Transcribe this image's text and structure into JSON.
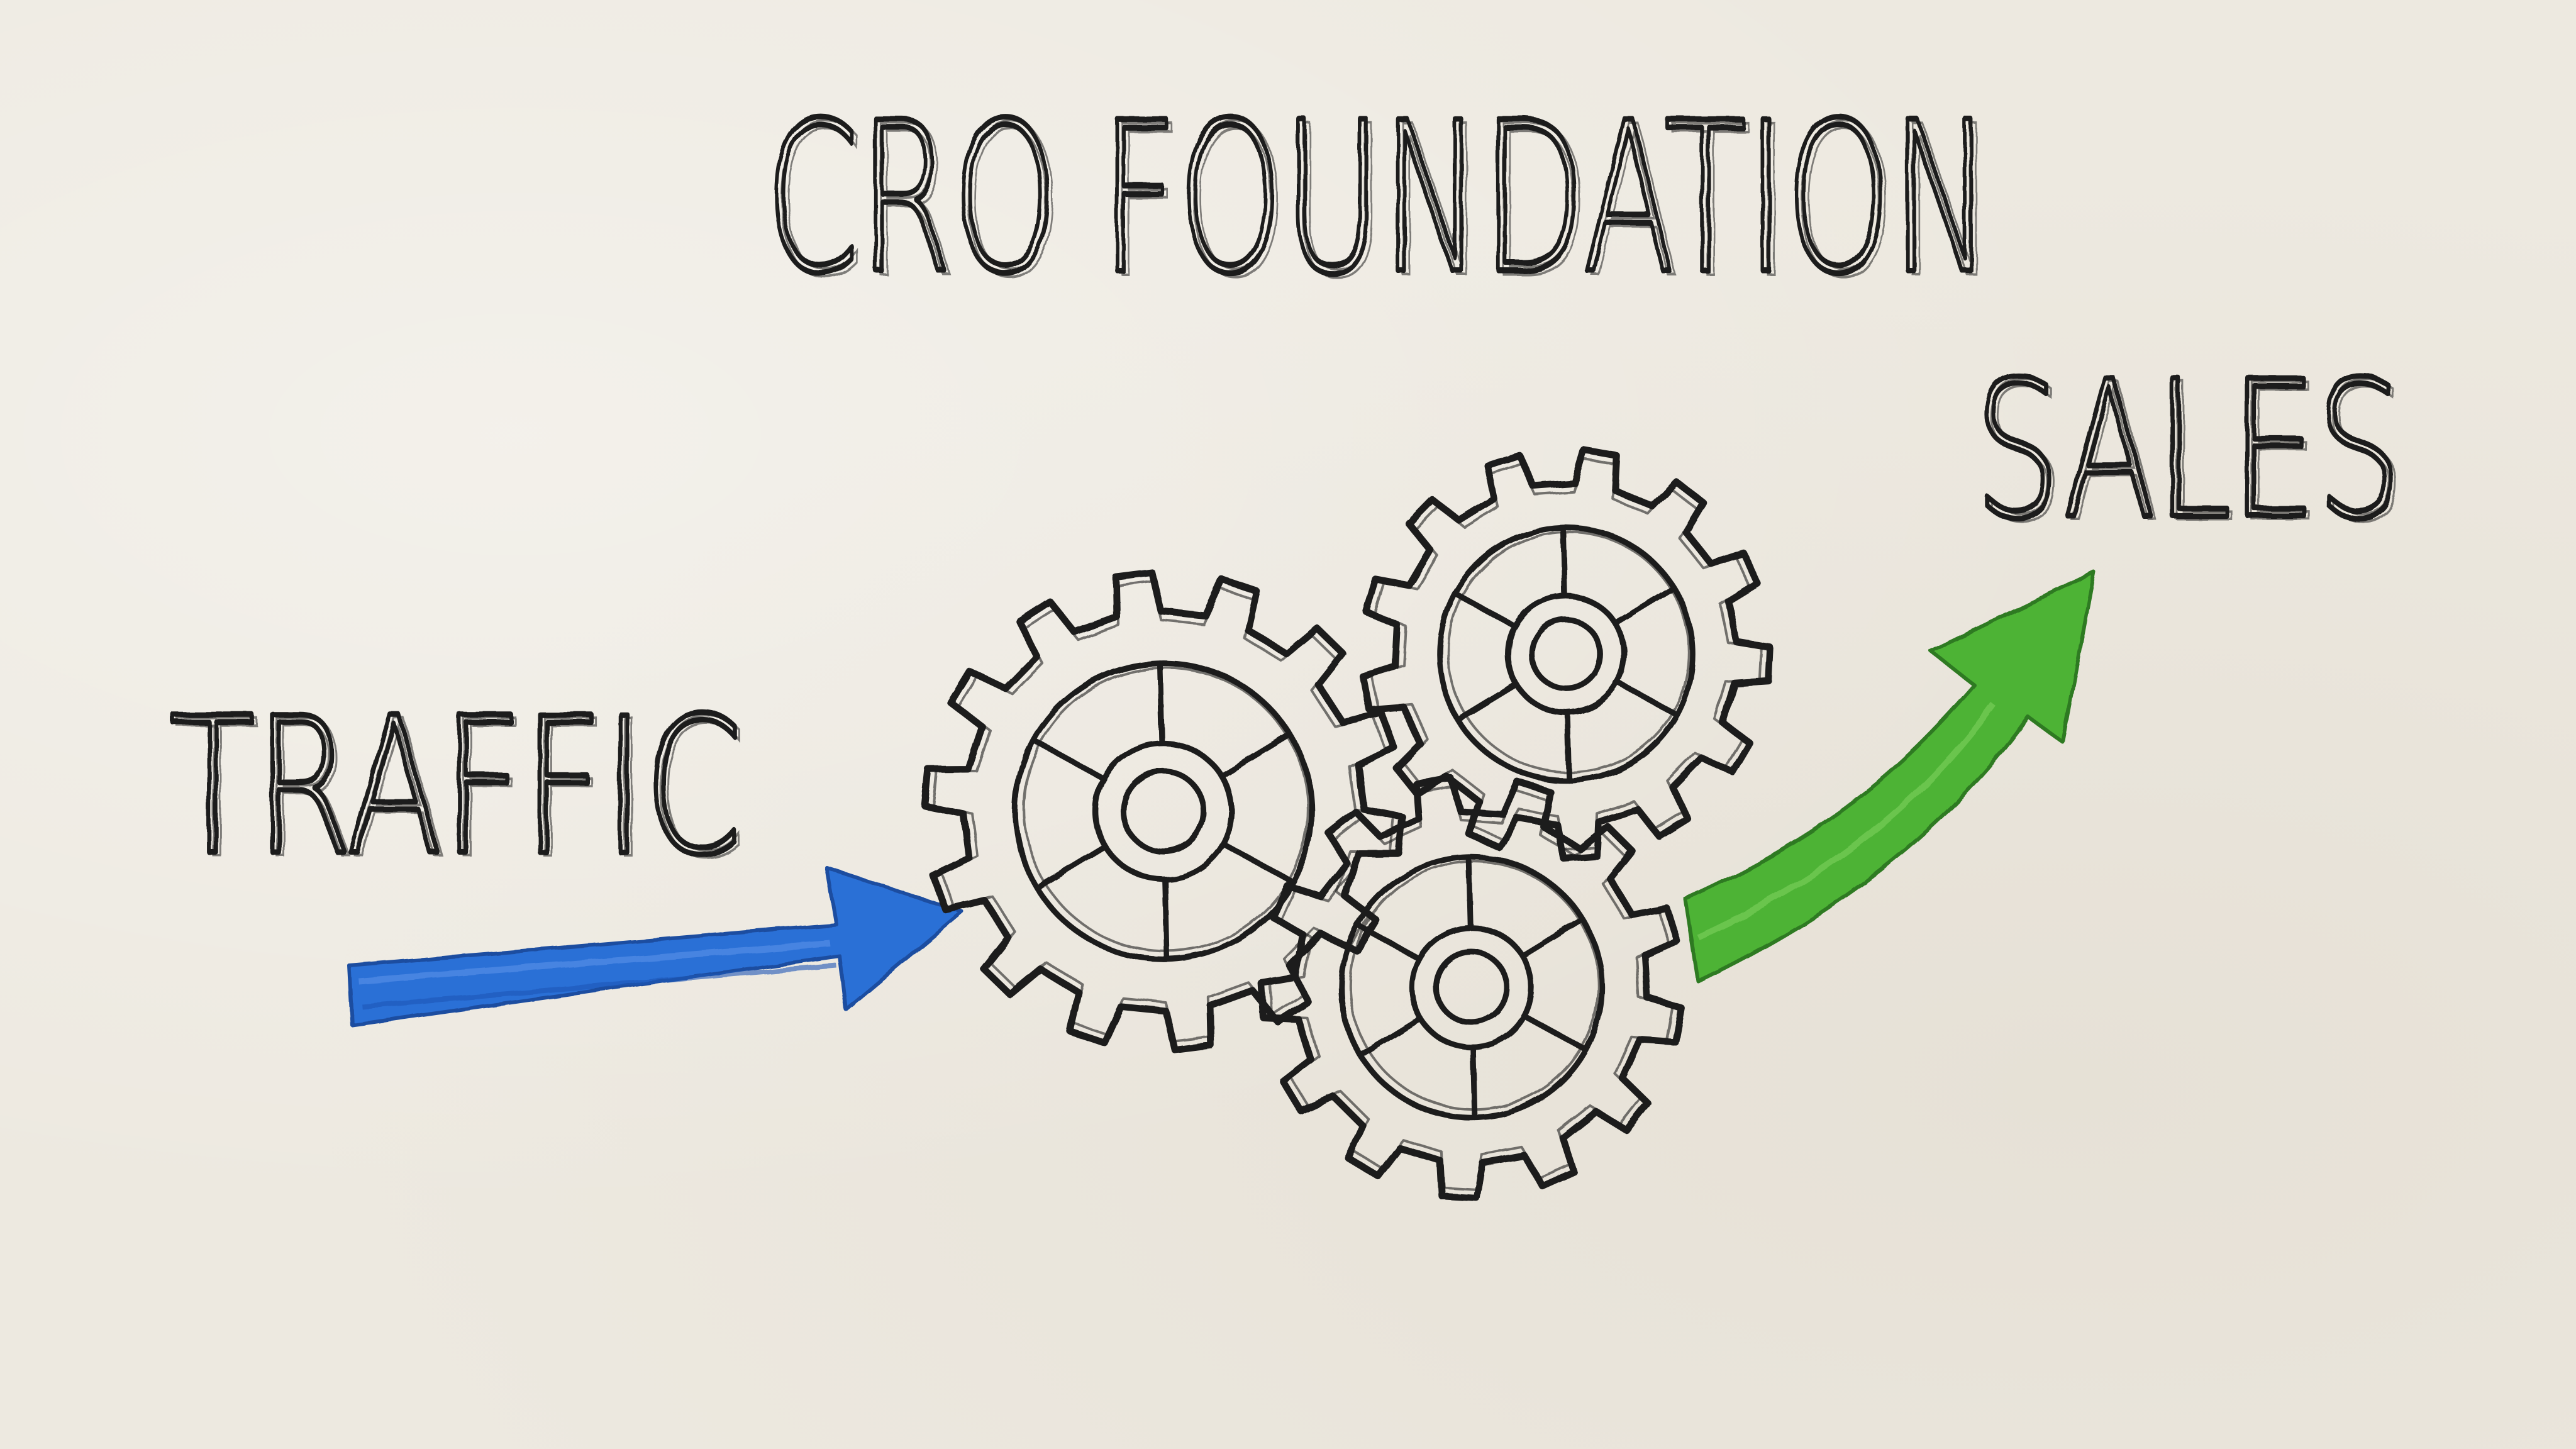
{
  "diagram": {
    "title": "CRO FOUNDATION",
    "input_label": "TRAFFIC",
    "output_label": "SALES",
    "colors": {
      "paper": "#ede9e0",
      "ink": "#1c1c1c",
      "input_arrow": "#2a6fd6",
      "output_arrow": "#4db336"
    },
    "icons": [
      "gear-icon",
      "gear-icon",
      "gear-icon",
      "arrow-right-icon",
      "arrow-up-right-icon"
    ]
  }
}
